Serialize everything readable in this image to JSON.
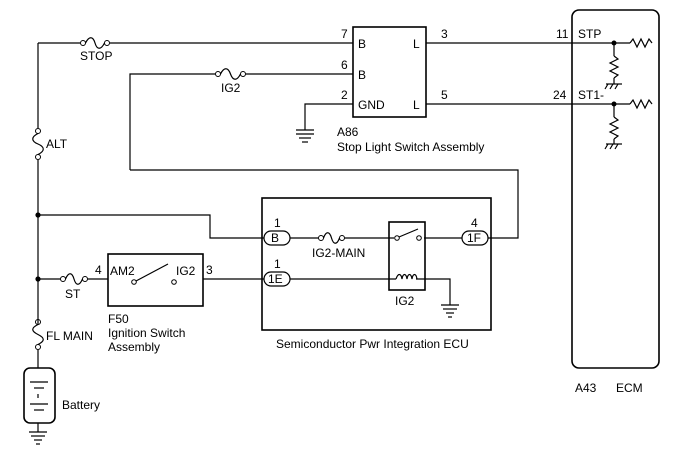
{
  "components": {
    "stop_switch": {
      "id": "A86",
      "name": "Stop Light Switch Assembly",
      "pins": {
        "p7": "7",
        "p6": "6",
        "p2": "2",
        "p3": "3",
        "p5": "5"
      },
      "labels": {
        "b1": "B",
        "b2": "B",
        "gnd": "GND",
        "l1": "L",
        "l2": "L"
      }
    },
    "ecm": {
      "id": "A43",
      "name": "ECM",
      "pins": {
        "p11": "11",
        "p24": "24"
      },
      "labels": {
        "stp": "STP",
        "st1": "ST1-"
      }
    },
    "ignition_switch": {
      "id": "F50",
      "name_line1": "Ignition Switch",
      "name_line2": "Assembly",
      "labels": {
        "am2": "AM2",
        "ig2": "IG2"
      },
      "pins": {
        "p4": "4",
        "p3": "3"
      }
    },
    "ecu": {
      "name": "Semiconductor Pwr Integration ECU",
      "fuse": "IG2-MAIN",
      "relay": "IG2",
      "connectors": {
        "b": "B",
        "e1": "1E",
        "f1": "1F"
      },
      "pins": {
        "pb": "1",
        "pe": "1",
        "pf": "4"
      }
    },
    "battery": {
      "name": "Battery"
    }
  },
  "fuses": {
    "stop": "STOP",
    "ig2": "IG2",
    "alt": "ALT",
    "st": "ST",
    "fl_main": "FL MAIN"
  }
}
